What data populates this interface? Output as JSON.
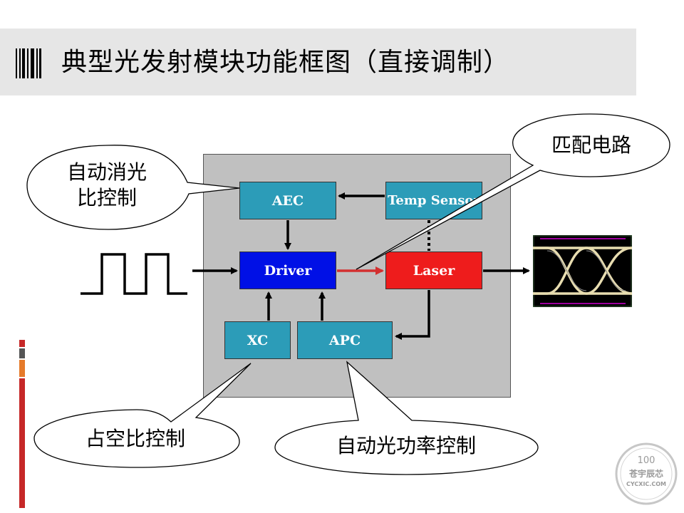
{
  "title": "典型光发射模块功能框图（直接调制）",
  "blocks": {
    "aec": "AEC",
    "temp_sensor": "Temp Sensor",
    "driver": "Driver",
    "laser": "Laser",
    "xc": "XC",
    "apc": "APC"
  },
  "callouts": {
    "extinction_ratio_line1": "自动消光",
    "extinction_ratio_line2": "比控制",
    "matching_circuit": "匹配电路",
    "duty_cycle": "占空比控制",
    "auto_power": "自动光功率控制"
  },
  "logo": {
    "top": "100",
    "name": "苍宇辰芯",
    "url": "CYCXIC.COM"
  },
  "colors": {
    "teal": "#2c9cb8",
    "blue": "#0010e6",
    "red": "#ee1c1c",
    "panel": "#c0c0c0",
    "title_bar": "#e6e6e6"
  }
}
